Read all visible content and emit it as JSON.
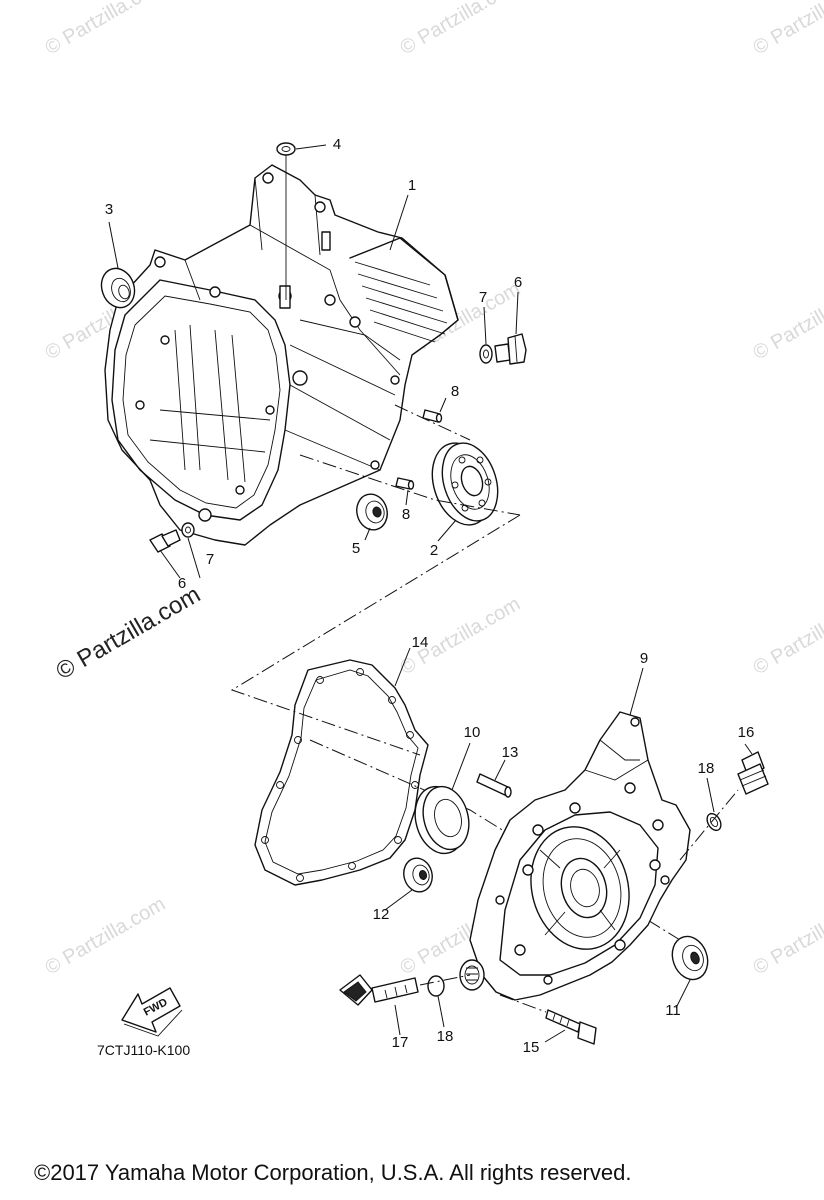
{
  "watermarks": {
    "small": "© Partzilla.com",
    "large": "© Partzilla.com"
  },
  "callouts": {
    "p1": "1",
    "p2": "2",
    "p3": "3",
    "p4": "4",
    "p5": "5",
    "p6a": "6",
    "p6b": "6",
    "p7a": "7",
    "p7b": "7",
    "p8a": "8",
    "p8b": "8",
    "p9": "9",
    "p10": "10",
    "p11": "11",
    "p12": "12",
    "p13": "13",
    "p14": "14",
    "p15": "15",
    "p16": "16",
    "p17": "17",
    "p18a": "18",
    "p18b": "18"
  },
  "fwd_label": "FWD",
  "diagram_code": "7CTJ110-K100",
  "copyright": "©2017  Yamaha Motor Corporation, U.S.A. All rights reserved."
}
